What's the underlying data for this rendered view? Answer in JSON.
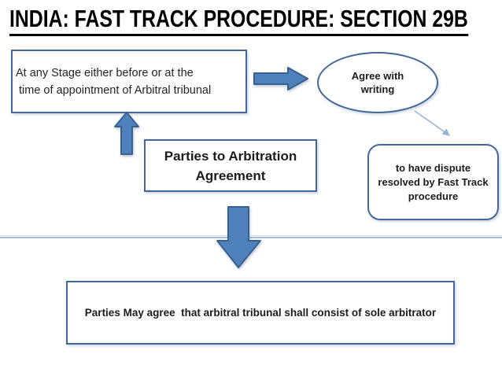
{
  "slide": {
    "title": "INDIA: FAST TRACK PROCEDURE: SECTION 29B",
    "boxes": {
      "stage": {
        "line1": "At any Stage either before or at the",
        "line2": "time of appointment of Arbitral tribunal"
      },
      "agree": {
        "label": "Agree with writing"
      },
      "dispute": {
        "label": "to have dispute resolved by Fast Track procedure"
      },
      "parties": {
        "label": "Parties to Arbitration Agreement"
      },
      "sole": {
        "label": "Parties May agree  that arbitral tribunal shall consist of sole arbitrator"
      }
    },
    "icons": [
      "right-block-arrow-icon",
      "up-block-arrow-icon",
      "down-block-arrow-icon",
      "diagonal-connector-arrow-icon"
    ]
  },
  "colors": {
    "title-color": "#000000",
    "text": "#1c1c1c",
    "box-border": "#44679B",
    "arrow-fill": "#4F81BD",
    "arrow-stroke": "#38618F",
    "connector": "#95B3D7",
    "divider": "#a4bedb",
    "divider-faint": "#dbe5f0"
  }
}
